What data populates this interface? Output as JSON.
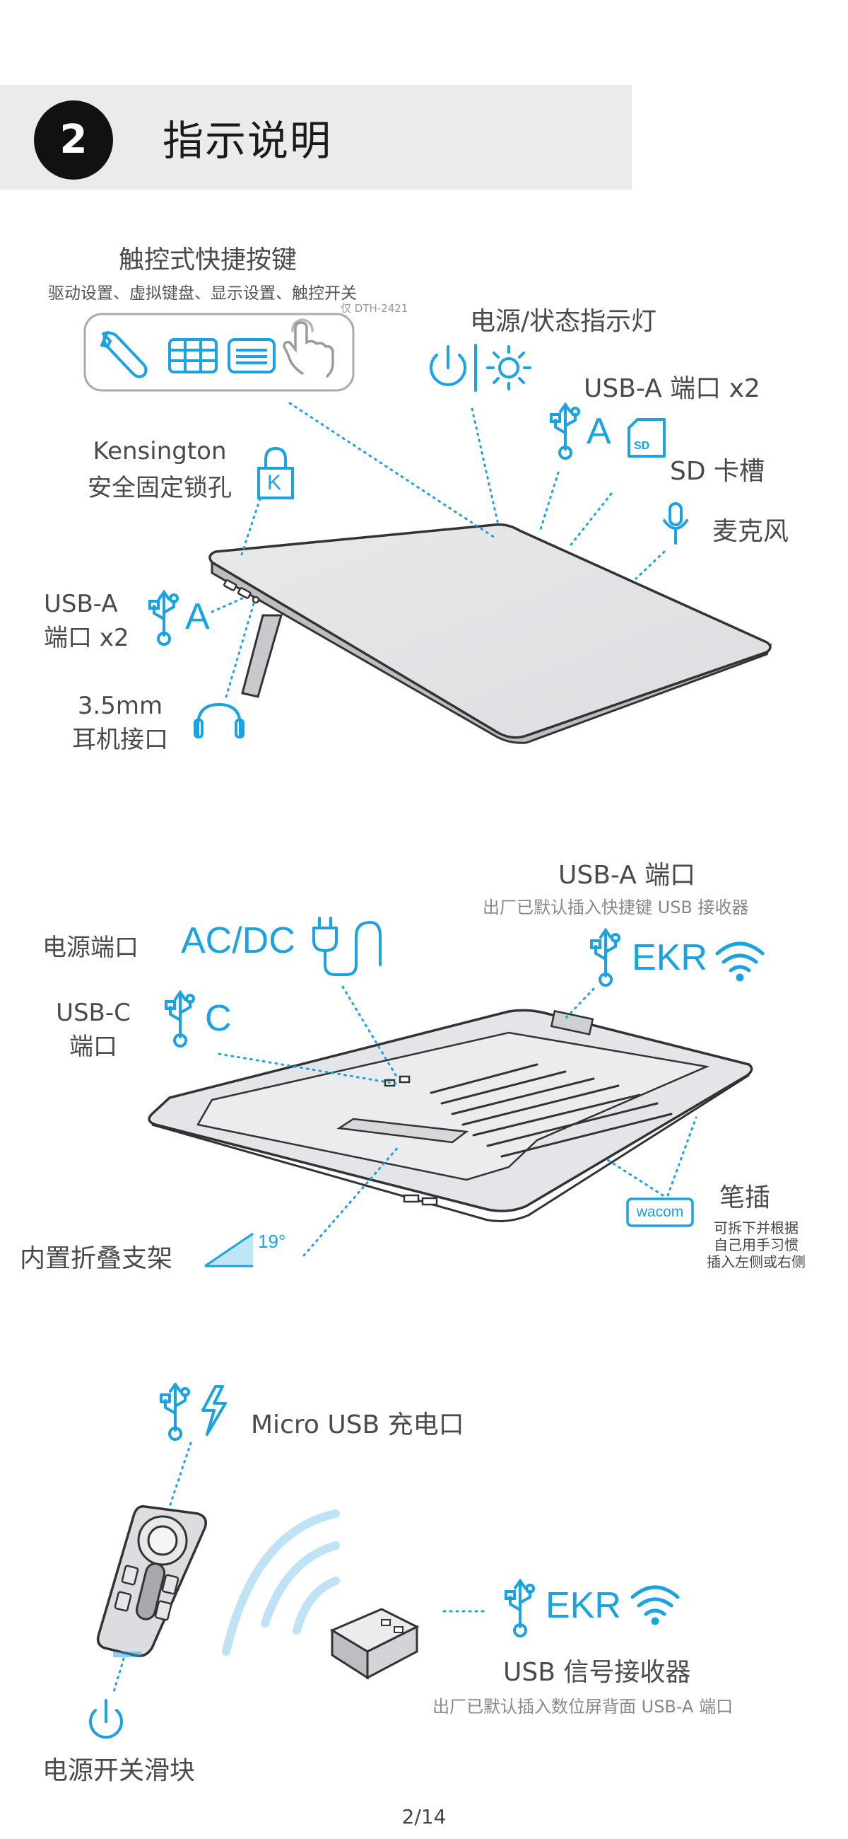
{
  "header": {
    "step_number": "2",
    "title": "指示说明"
  },
  "section1": {
    "touch_keys": {
      "title": "触控式快捷按键",
      "subtitle": "驱动设置、虚拟键盘、显示设置、触控开关",
      "note": "仅 DTH-2421",
      "icons": [
        "wrench-icon",
        "grid-keyboard-icon",
        "display-icon",
        "hand-touch-icon"
      ]
    },
    "power_status": {
      "label": "电源/状态指示灯"
    },
    "usb_a_top": {
      "label": "USB-A 端口 x2",
      "icon_text": "A"
    },
    "sd_slot": {
      "label": "SD 卡槽",
      "icon_text": "SD"
    },
    "microphone": {
      "label": "麦克风"
    },
    "kensington": {
      "line1": "Kensington",
      "line2": "安全固定锁孔",
      "icon_text": "K"
    },
    "usb_a_left": {
      "line1": "USB-A",
      "line2": "端口 x2",
      "icon_text": "A"
    },
    "audio_jack": {
      "line1": "3.5mm",
      "line2": "耳机接口"
    }
  },
  "section2": {
    "usb_a_port": {
      "label": "USB-A 端口",
      "note": "出厂已默认插入快捷键 USB 接收器",
      "icon_text": "EKR"
    },
    "power_port": {
      "label": "电源端口",
      "icon_text": "AC/DC"
    },
    "usb_c_port": {
      "line1": "USB-C",
      "line2": "端口",
      "icon_text": "C"
    },
    "pen_holder": {
      "label": "笔插",
      "brand": "wacom",
      "note_lines": [
        "可拆下并根据",
        "自己用手习惯",
        "插入左侧或右侧"
      ]
    },
    "stand": {
      "label": "内置折叠支架",
      "angle": "19°"
    }
  },
  "section3": {
    "micro_usb": {
      "label": "Micro USB 充电口"
    },
    "receiver": {
      "label": "USB 信号接收器",
      "note": "出厂已默认插入数位屏背面 USB-A 端口",
      "icon_text": "EKR"
    },
    "power_switch": {
      "label": "电源开关滑块"
    }
  },
  "footer": {
    "page": "2/14"
  },
  "colors": {
    "accent": "#1ba2e0",
    "header_band": "#ebebeb",
    "text": "#4a4a4a"
  }
}
